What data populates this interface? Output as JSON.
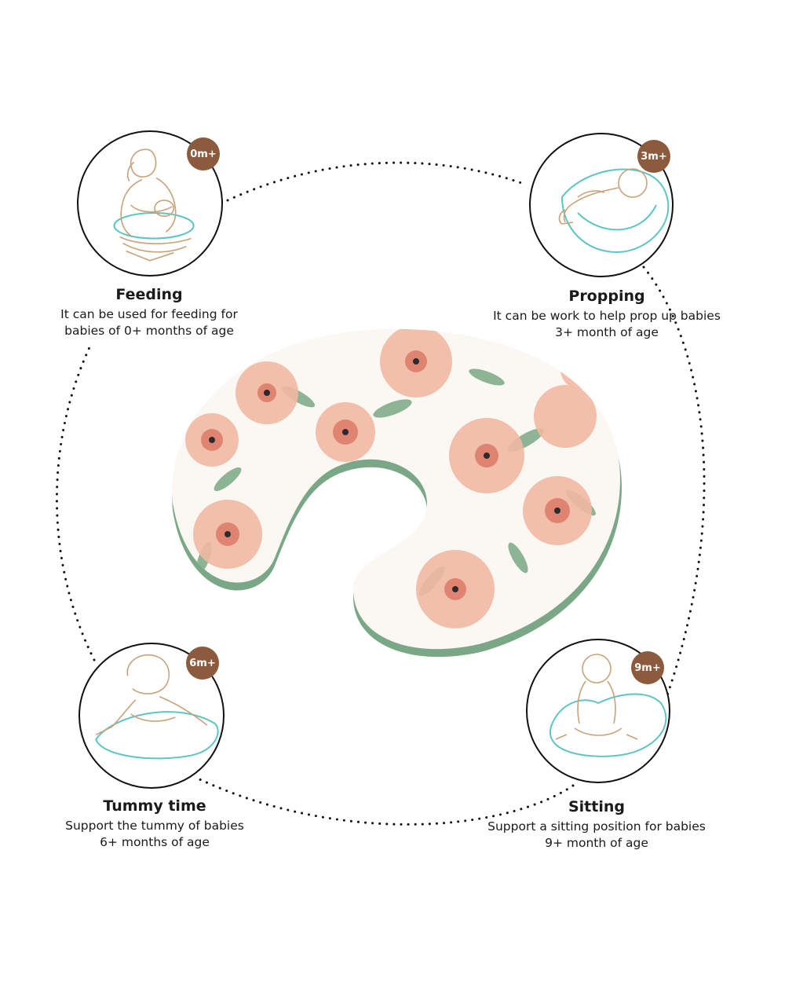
{
  "stages": [
    {
      "key": "feeding",
      "badge": "0m+",
      "title": "Feeding",
      "desc_line1": "It can be used for feeding for",
      "desc_line2": "babies of 0+ months of age",
      "illustration": "mother-feeding-baby-icon"
    },
    {
      "key": "propping",
      "badge": "3m+",
      "title": "Propping",
      "desc_line1": "It can be work to help prop up babies",
      "desc_line2": "3+ month of age",
      "illustration": "baby-propped-icon"
    },
    {
      "key": "tummy",
      "badge": "6m+",
      "title": "Tummy time",
      "desc_line1": "Support the tummy of babies",
      "desc_line2": "6+ months of age",
      "illustration": "baby-tummy-time-icon"
    },
    {
      "key": "sitting",
      "badge": "9m+",
      "title": "Sitting",
      "desc_line1": "Support a sitting position for babies",
      "desc_line2": "9+ month of age",
      "illustration": "baby-sitting-icon"
    }
  ],
  "colors": {
    "badge": "#8c5a3c",
    "outline": "#c9a27a",
    "pillow_line": "#5fc4c4",
    "pillow_trim": "#7aa886",
    "flower": "#e9a48c"
  },
  "product_image": "floral-nursing-pillow"
}
